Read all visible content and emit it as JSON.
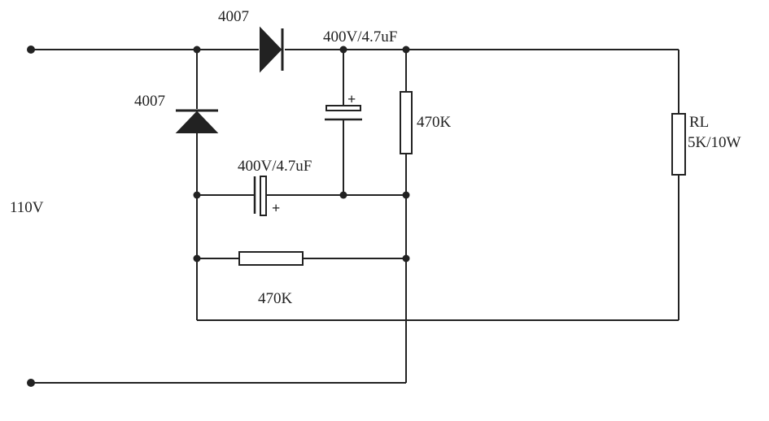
{
  "labels": {
    "supply_voltage": "110V",
    "diode_series": "4007",
    "diode_shunt": "4007",
    "cap_top": "400V/4.7uF",
    "cap_bottom": "400V/4.7uF",
    "res_vertical": "470K",
    "res_horizontal": "470K",
    "load_name": "RL",
    "load_rating": "5K/10W",
    "plus_sign": "+"
  },
  "colors": {
    "ink": "#222222",
    "background": "#ffffff"
  }
}
